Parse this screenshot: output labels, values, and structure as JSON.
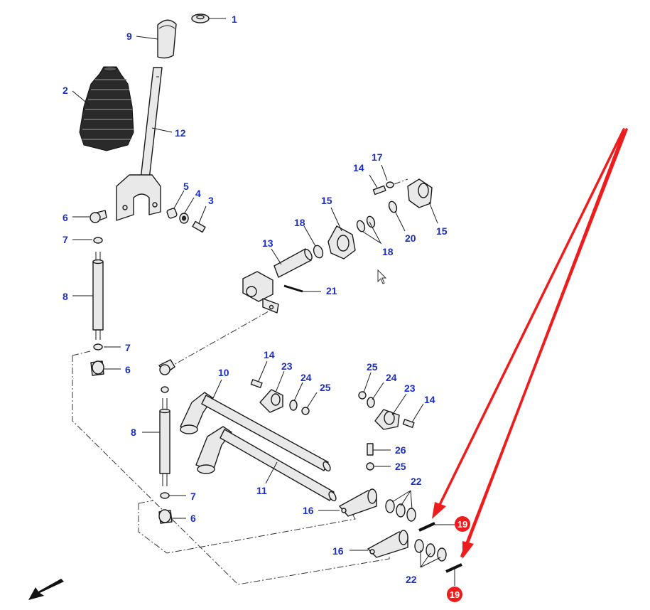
{
  "callouts": [
    {
      "id": "c1",
      "text": "1"
    },
    {
      "id": "c9",
      "text": "9"
    },
    {
      "id": "c2",
      "text": "2"
    },
    {
      "id": "c12",
      "text": "12"
    },
    {
      "id": "c5",
      "text": "5"
    },
    {
      "id": "c4",
      "text": "4"
    },
    {
      "id": "c3",
      "text": "3"
    },
    {
      "id": "c6a",
      "text": "6"
    },
    {
      "id": "c7a",
      "text": "7"
    },
    {
      "id": "c8a",
      "text": "8"
    },
    {
      "id": "c7b",
      "text": "7"
    },
    {
      "id": "c6b",
      "text": "6"
    },
    {
      "id": "c17",
      "text": "17"
    },
    {
      "id": "c14a",
      "text": "14"
    },
    {
      "id": "c15a",
      "text": "15"
    },
    {
      "id": "c18a",
      "text": "18"
    },
    {
      "id": "c18b",
      "text": "18"
    },
    {
      "id": "c20",
      "text": "20"
    },
    {
      "id": "c15b",
      "text": "15"
    },
    {
      "id": "c13",
      "text": "13"
    },
    {
      "id": "c21",
      "text": "21"
    },
    {
      "id": "c14b",
      "text": "14"
    },
    {
      "id": "c23a",
      "text": "23"
    },
    {
      "id": "c24a",
      "text": "24"
    },
    {
      "id": "c25a",
      "text": "25"
    },
    {
      "id": "c10",
      "text": "10"
    },
    {
      "id": "c25b",
      "text": "25"
    },
    {
      "id": "c24b",
      "text": "24"
    },
    {
      "id": "c23b",
      "text": "23"
    },
    {
      "id": "c14c",
      "text": "14"
    },
    {
      "id": "c8b",
      "text": "8"
    },
    {
      "id": "c26",
      "text": "26"
    },
    {
      "id": "c25c",
      "text": "25"
    },
    {
      "id": "c11",
      "text": "11"
    },
    {
      "id": "c22a",
      "text": "22"
    },
    {
      "id": "c7c",
      "text": "7"
    },
    {
      "id": "c16a",
      "text": "16"
    },
    {
      "id": "c6c",
      "text": "6"
    },
    {
      "id": "c16b",
      "text": "16"
    },
    {
      "id": "c22b",
      "text": "22"
    }
  ],
  "highlight_badges": [
    {
      "id": "b19a",
      "text": "19"
    },
    {
      "id": "b19b",
      "text": "19"
    }
  ],
  "colors": {
    "callout_text": "#1c2fc4",
    "highlight": "#ee1c1c",
    "line": "#1a1a1a"
  }
}
